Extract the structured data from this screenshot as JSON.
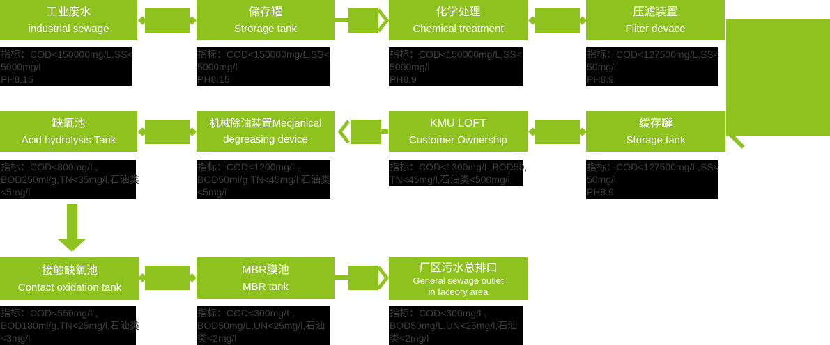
{
  "colors": {
    "accent_green": "#8dc21f",
    "indicator_block_bg": "#000000",
    "indicator_text": "#3d3d3d",
    "box_text": "#ffffff",
    "page_bg": "#ffffff"
  },
  "flow": {
    "nodes": [
      {
        "title_lines": [
          "工业废水",
          "industrial sewage"
        ],
        "indicator": "指标：COD<150000mg/L,SS<\n5000mg/l\nPH8.15"
      },
      {
        "title_lines": [
          "储存罐",
          "Strorage tank"
        ],
        "indicator": "指标：COD<150000mg/L,SS<\n5000mg/l\nPH8.15"
      },
      {
        "title_lines": [
          "化学处理",
          "Chemical treatment"
        ],
        "indicator": "指标：COD<150000mg/L,SS<\n5000mg/l\nPH8.9"
      },
      {
        "title_lines": [
          "压滤装置",
          "Filter devace"
        ],
        "indicator": "指标：COD<127500mg/L,SS<\n50mg/l\nPH8.9"
      },
      {
        "title_lines": [
          "缺氧池",
          "Acid hydrolysis Tank"
        ],
        "indicator": "指标：COD<800mg/L,\nBOD250ml/g,TN<35mg/l,石油类\n<5mg/l"
      },
      {
        "title_lines": [
          "机械除油装置Mecjanical",
          "degreasing device"
        ],
        "indicator": "指标：COD<1200mg/L,\nBOD50ml/g,TN<45mg/l,石油类\n<5mg/l"
      },
      {
        "title_lines": [
          "KMU LOFT",
          "Customer Ownership"
        ],
        "indicator": "指标：COD<1300mg/L,BOD50,\nTN<45mg/l,石油类<500mg/l"
      },
      {
        "title_lines": [
          "缓存罐",
          "Storage tank"
        ],
        "indicator": "指标：COD<127500mg/L,SS<\n50mg/l\nPH8.9"
      },
      {
        "title_lines": [
          "接触缺氧池",
          "Contact oxidation tank"
        ],
        "indicator": "指标：COD<550mg/L,\nBOD180ml/g,TN<25mg/l,石油类\n<3mg/l"
      },
      {
        "title_lines": [
          "MBR膜池",
          "MBR tank"
        ],
        "indicator": "指标：COD<300mg/L,\nBOD50mg/L,UN<25mg/l,石油\n类<2mg/l"
      },
      {
        "title_lines": [
          "厂区污水总排口",
          "General sewage outlet",
          "in faceory area"
        ],
        "indicator": "指标：COD<300mg/L,\nBOD50mg/L,UN<25mg/l,石油\n类<2mg/l"
      }
    ],
    "edges": [
      {
        "from": 0,
        "to": 1
      },
      {
        "from": 1,
        "to": 2
      },
      {
        "from": 2,
        "to": 3
      },
      {
        "from": 3,
        "to": 7
      },
      {
        "from": 7,
        "to": 6
      },
      {
        "from": 6,
        "to": 5
      },
      {
        "from": 5,
        "to": 4
      },
      {
        "from": 4,
        "to": 8
      },
      {
        "from": 8,
        "to": 9
      },
      {
        "from": 9,
        "to": 10
      }
    ]
  }
}
